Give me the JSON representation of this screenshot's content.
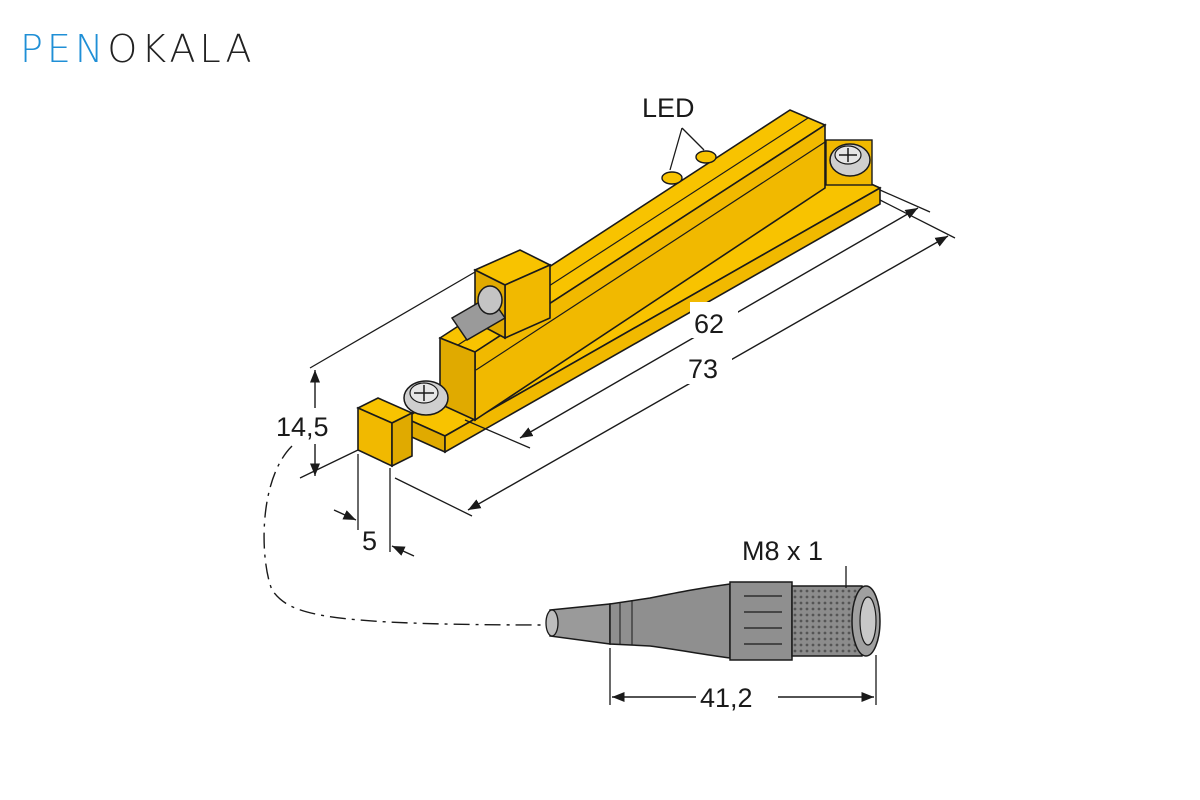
{
  "brand": {
    "name": "PENOKALA",
    "part1": "PEN",
    "part2": "OKALA",
    "accent": "#1f8fd6"
  },
  "labels": {
    "led": "LED",
    "dim_length_62": "62",
    "dim_length_73": "73",
    "dim_height": "14,5",
    "dim_width": "5",
    "thread": "M8 x 1",
    "connector_length": "41,2"
  },
  "colors": {
    "housing": "#f8c300",
    "housing_shade": "#e0aa00",
    "line": "#1a1a1a",
    "cable": "#9a9a9a"
  }
}
